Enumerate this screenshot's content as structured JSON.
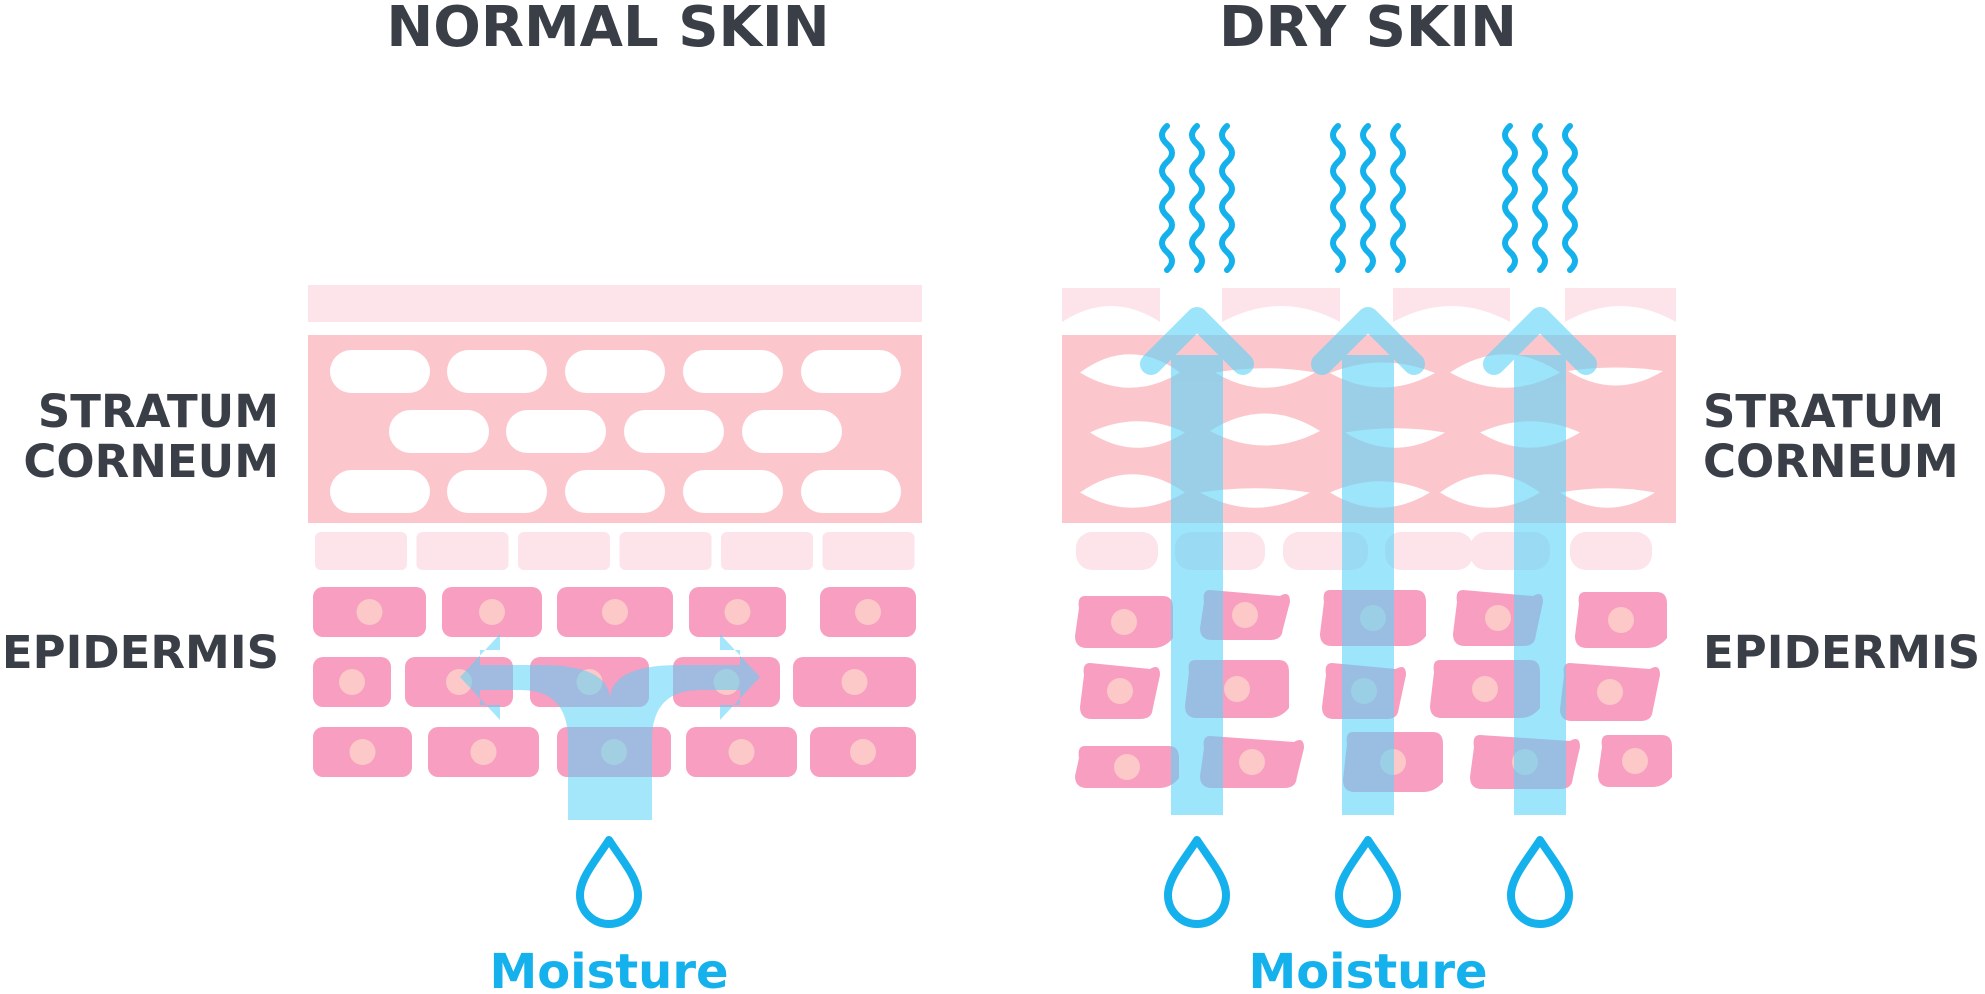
{
  "titles": {
    "normal": "NORMAL SKIN",
    "dry": "DRY SKIN"
  },
  "labels": {
    "stratum_line1": "STRATUM",
    "stratum_line2": "CORNEUM",
    "epidermis": "EPIDERMIS",
    "moisture": "Moisture"
  },
  "colors": {
    "text": "#3a3e47",
    "moisture_blue": "#14b1ec",
    "surface_pink": "#fde3ea",
    "stratum_pink": "#fbc7cc",
    "cell_pink": "#f79ec1",
    "nucleus": "#fcc9c8",
    "arrow_blue": "#5ad3f8"
  }
}
